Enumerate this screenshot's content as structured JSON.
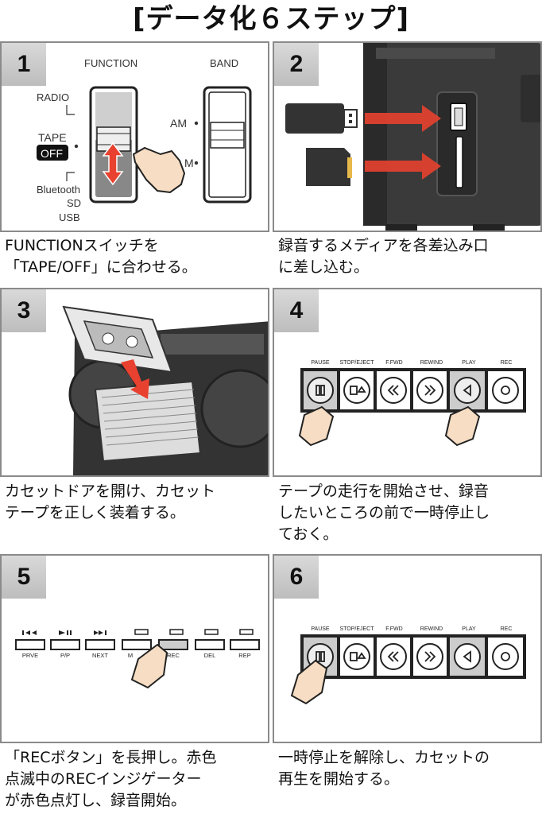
{
  "page": {
    "title": "[データ化６ステップ]"
  },
  "steps": [
    {
      "number": "1",
      "caption": [
        "FUNCTIONスイッチを",
        "「TAPE/OFF」に合わせる。"
      ],
      "diagram": {
        "function_label": "FUNCTION",
        "band_label": "BAND",
        "radio_label": "RADIO",
        "tape_label": "TAPE",
        "off_label": "OFF",
        "bluetooth_label": "Bluetooth",
        "sd_label": "SD",
        "usb_label": "USB",
        "am_label": "AM",
        "fm_partial_label": "M"
      }
    },
    {
      "number": "2",
      "caption": [
        "録音するメディアを各差込み口",
        "に差し込む。"
      ]
    },
    {
      "number": "3",
      "caption": [
        "カセットドアを開け、カセット",
        "テープを正しく装着する。"
      ]
    },
    {
      "number": "4",
      "caption": [
        "テープの走行を開始させ、録音",
        "したいところの前で一時停止し",
        "ておく。"
      ],
      "buttons": [
        "PAUSE",
        "STOP/EJECT",
        "F.FWD",
        "REWIND",
        "PLAY",
        "REC"
      ]
    },
    {
      "number": "5",
      "caption": [
        "「RECボタン」を長押し。赤色",
        "点滅中のRECインジゲーター",
        "が赤色点灯し、録音開始。"
      ],
      "buttons": [
        "PRVE",
        "P/P",
        "NEXT",
        "M",
        "REC",
        "DEL",
        "REP"
      ]
    },
    {
      "number": "6",
      "caption": [
        "一時停止を解除し、カセットの",
        "再生を開始する。"
      ],
      "buttons": [
        "PAUSE",
        "STOP/EJECT",
        "F.FWD",
        "REWIND",
        "PLAY",
        "REC"
      ]
    }
  ],
  "colors": {
    "arrow_red": "#e8412f",
    "panel_border": "#8a8a8a",
    "badge_gray": "#c8c8c8",
    "device_dark": "#3a3a3a"
  }
}
